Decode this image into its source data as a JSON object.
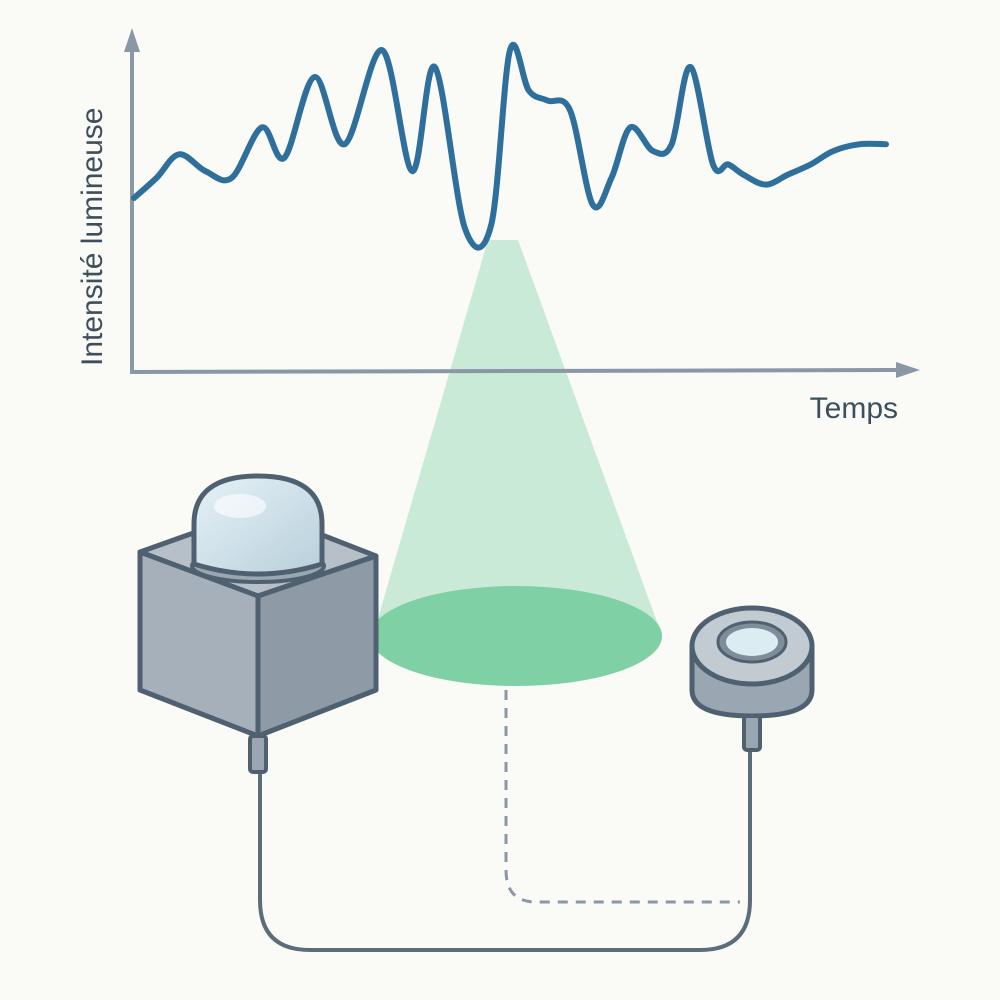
{
  "chart_data": {
    "type": "line",
    "title": "",
    "xlabel": "Temps",
    "ylabel": "Intensité lumineuse",
    "grid": false,
    "xlim": [
      0,
      100
    ],
    "ylim": [
      0,
      100
    ],
    "series": [
      {
        "x": [
          0,
          3,
          6,
          9.5,
          13,
          17,
          20,
          24,
          28,
          33,
          37,
          40,
          44,
          47.5,
          50,
          52.5,
          55,
          58,
          61,
          63.5,
          66,
          69,
          71.5,
          74,
          77,
          79,
          81,
          84,
          87,
          90,
          93,
          96.5,
          100
        ],
        "values": [
          50,
          56,
          63,
          58,
          56,
          71,
          62,
          86,
          66,
          94,
          58,
          89,
          41,
          42,
          94,
          82,
          79,
          76,
          48,
          56,
          71,
          64,
          66,
          89,
          60,
          60,
          57,
          54,
          57,
          60,
          64,
          66,
          66
        ]
      }
    ],
    "colors": {
      "line": "#2e6f9b",
      "axis": "#8a98a6"
    }
  },
  "illustration": {
    "beam_color": "#7fd0a4",
    "device_color": "#8e9aa6",
    "cable_color": "#5c6d7a",
    "icons": [
      "light-source-icon",
      "light-sensor-icon",
      "light-beam"
    ]
  }
}
